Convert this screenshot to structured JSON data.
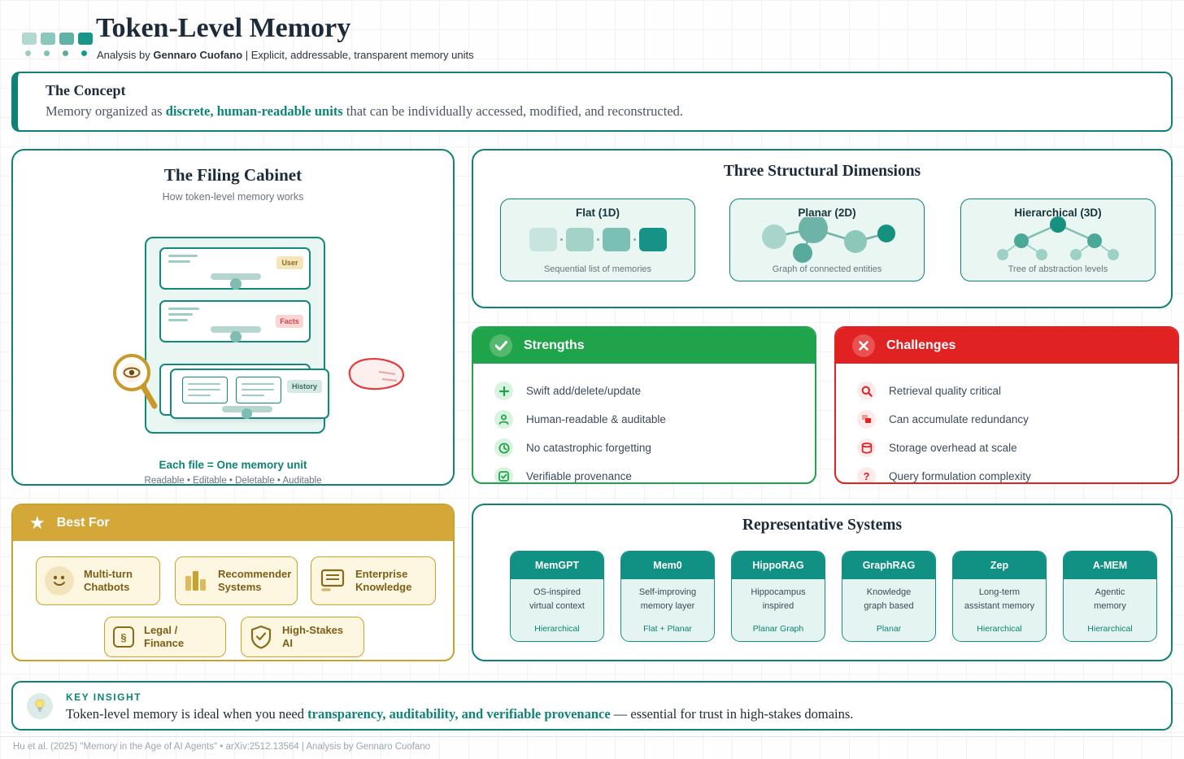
{
  "header": {
    "title": "Token-Level Memory",
    "subtitle_prefix": "Analysis by ",
    "subtitle_author": "Gennaro Cuofano",
    "subtitle_suffix": " | Explicit, addressable, transparent memory units"
  },
  "concept": {
    "title": "The Concept",
    "text_prefix": "Memory organized as ",
    "text_highlight": "discrete, human-readable units",
    "text_suffix": " that can be individually accessed, modified, and reconstructed."
  },
  "filing_cabinet": {
    "title": "The Filing Cabinet",
    "subtitle": "How token-level memory works",
    "tabs": [
      "User",
      "Facts",
      "History"
    ],
    "caption_bold": "Each file = One memory unit",
    "caption_sub": "Readable • Editable • Deletable • Auditable"
  },
  "dimensions": {
    "title": "Three Structural Dimensions",
    "cards": [
      {
        "label": "Flat (1D)",
        "caption": "Sequential list of memories"
      },
      {
        "label": "Planar (2D)",
        "caption": "Graph of connected entities"
      },
      {
        "label": "Hierarchical (3D)",
        "caption": "Tree of abstraction levels"
      }
    ]
  },
  "strengths": {
    "title": "Strengths",
    "items": [
      {
        "icon": "plus-icon",
        "label": "Swift add/delete/update"
      },
      {
        "icon": "person-icon",
        "label": "Human-readable & auditable"
      },
      {
        "icon": "clock-icon",
        "label": "No catastrophic forgetting"
      },
      {
        "icon": "check-square-icon",
        "label": "Verifiable provenance"
      }
    ]
  },
  "challenges": {
    "title": "Challenges",
    "items": [
      {
        "icon": "search-icon",
        "label": "Retrieval quality critical"
      },
      {
        "icon": "layers-icon",
        "label": "Can accumulate redundancy"
      },
      {
        "icon": "database-icon",
        "label": "Storage overhead at scale"
      },
      {
        "icon": "question-icon",
        "label": "Query formulation complexity"
      }
    ]
  },
  "best_for": {
    "title": "Best For",
    "items": [
      {
        "icon": "smiley-icon",
        "label": "Multi-turn Chatbots"
      },
      {
        "icon": "bar-chart-icon",
        "label": "Recommender Systems"
      },
      {
        "icon": "monitor-icon",
        "label": "Enterprise Knowledge"
      },
      {
        "icon": "section-sign-icon",
        "label": "Legal / Finance"
      },
      {
        "icon": "shield-check-icon",
        "label": "High-Stakes AI"
      }
    ]
  },
  "systems": {
    "title": "Representative Systems",
    "cards": [
      {
        "name": "MemGPT",
        "desc_line1": "OS-inspired",
        "desc_line2": "virtual context",
        "type": "Hierarchical"
      },
      {
        "name": "Mem0",
        "desc_line1": "Self-improving",
        "desc_line2": "memory layer",
        "type": "Flat + Planar"
      },
      {
        "name": "HippoRAG",
        "desc_line1": "Hippocampus",
        "desc_line2": "inspired",
        "type": "Planar Graph"
      },
      {
        "name": "GraphRAG",
        "desc_line1": "Knowledge",
        "desc_line2": "graph based",
        "type": "Planar"
      },
      {
        "name": "Zep",
        "desc_line1": "Long-term",
        "desc_line2": "assistant memory",
        "type": "Hierarchical"
      },
      {
        "name": "A-MEM",
        "desc_line1": "Agentic",
        "desc_line2": "memory",
        "type": "Hierarchical"
      }
    ]
  },
  "key_insight": {
    "label": "KEY INSIGHT",
    "text_prefix": "Token-level memory is ideal when you need ",
    "text_highlight": "transparency, auditability, and verifiable provenance",
    "text_suffix": " — essential for trust in high-stakes domains."
  },
  "footer": {
    "text": "Hu et al. (2025) \"Memory in the Age of AI Agents\" • arXiv:2512.13564 | Analysis by Gennaro Cuofano"
  },
  "colors": {
    "teal": "#0f8277",
    "teal_dark_text": "#17343c",
    "green": "#1fa34b",
    "red": "#e02222",
    "gold": "#d4a739",
    "navy": "#1c2b3a"
  }
}
